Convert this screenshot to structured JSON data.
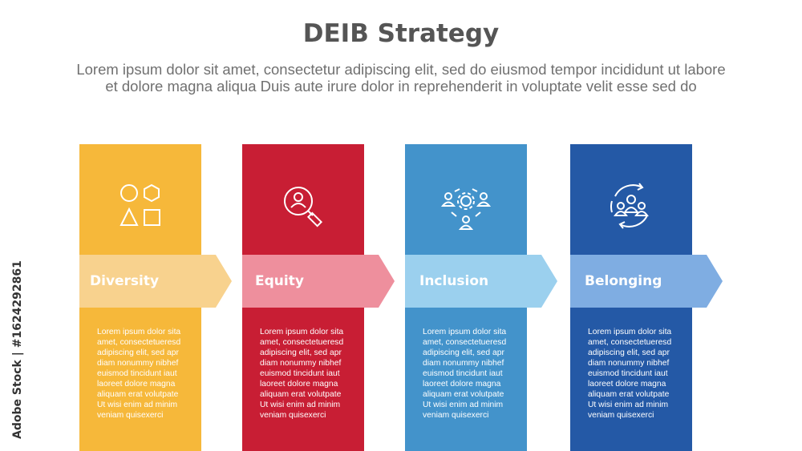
{
  "title": "DEIB Strategy",
  "subtitle_lines": [
    "Lorem ipsum dolor sit amet, consectetur adipiscing elit, sed do eiusmod tempor incididunt ut labore",
    "et dolore magna aliqua Duis aute irure dolor in reprehenderit in voluptate velit esse sed do"
  ],
  "watermark": "Adobe Stock | #1624292861",
  "steps": [
    {
      "label": "Diversity",
      "icon": "shapes-icon",
      "bar_color": "#F6B83A",
      "arrow_color": "#F8D28E",
      "description_lines": [
        "Lorem ipsum dolor sita",
        "amet, consectetueresd",
        "adipiscing elit, sed  apr",
        "diam nonummy nibhef",
        "euismod tincidunt iaut",
        "laoreet dolore magna",
        "aliquam erat volutpate",
        "Ut wisi enim ad minim",
        "veniam quisexerci"
      ]
    },
    {
      "label": "Equity",
      "icon": "person-magnifier-icon",
      "bar_color": "#C81E34",
      "arrow_color": "#EE8F9D",
      "description_lines": [
        "Lorem ipsum dolor sita",
        "amet, consectetueresd",
        "adipiscing elit, sed  apr",
        "diam nonummy nibhef",
        "euismod tincidunt iaut",
        "laoreet dolore magna",
        "aliquam erat volutpate",
        "Ut wisi enim ad minim",
        "veniam quisexerci"
      ]
    },
    {
      "label": "Inclusion",
      "icon": "team-gear-icon",
      "bar_color": "#4393CB",
      "arrow_color": "#9BD0EE",
      "description_lines": [
        "Lorem ipsum dolor sita",
        "amet, consectetueresd",
        "adipiscing elit, sed  apr",
        "diam nonummy nibhef",
        "euismod tincidunt iaut",
        "laoreet dolore magna",
        "aliquam erat volutpate",
        "Ut wisi enim ad minim",
        "veniam quisexerci"
      ]
    },
    {
      "label": "Belonging",
      "icon": "group-cycle-icon",
      "bar_color": "#2459A6",
      "arrow_color": "#7FADE2",
      "description_lines": [
        "Lorem ipsum dolor sita",
        "amet, consectetueresd",
        "adipiscing elit, sed  apr",
        "diam nonummy nibhef",
        "euismod tincidunt iaut",
        "laoreet dolore magna",
        "aliquam erat volutpate",
        "Ut wisi enim ad minim",
        "veniam quisexerci"
      ]
    }
  ]
}
